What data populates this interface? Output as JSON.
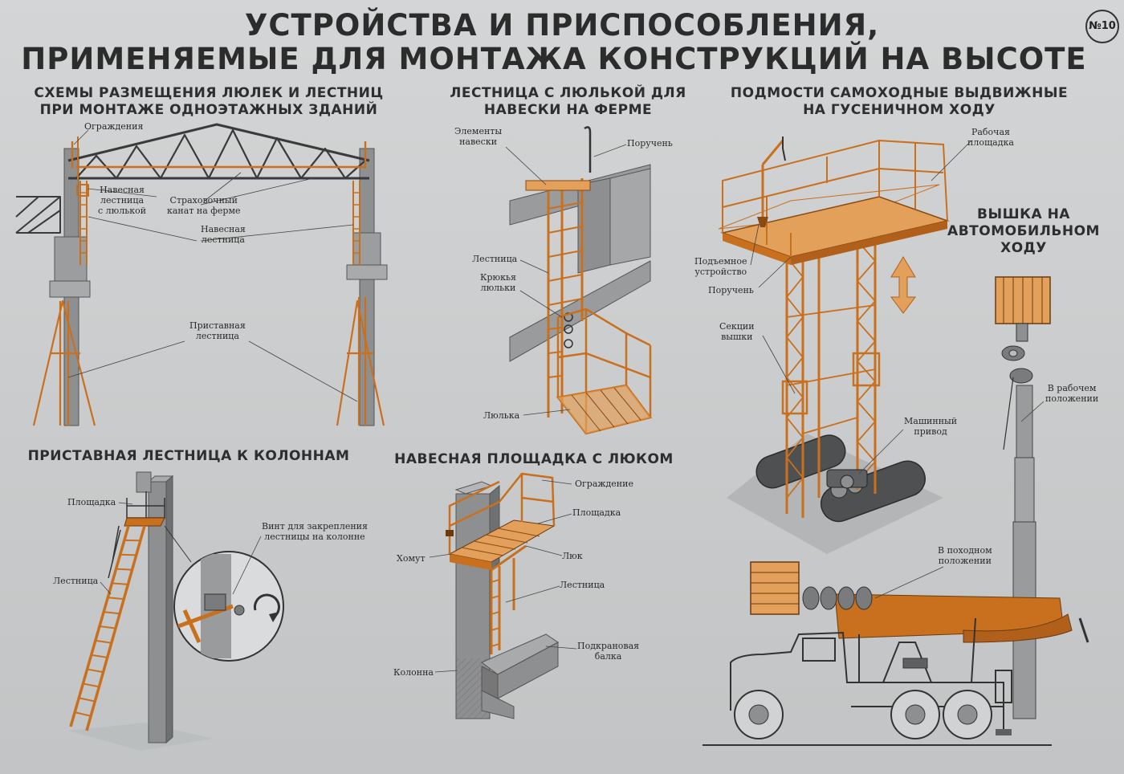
{
  "title": {
    "line1": "УСТРОЙСТВА И ПРИСПОСОБЛЕНИЯ,",
    "line2": "ПРИМЕНЯЕМЫЕ ДЛЯ МОНТАЖА КОНСТРУКЦИЙ НА ВЫСОТЕ",
    "number": "№10"
  },
  "sections": {
    "schemes": {
      "heading1": "СХЕМЫ РАЗМЕЩЕНИЯ ЛЮЛЕК И ЛЕСТНИЦ",
      "heading2": "ПРИ МОНТАЖЕ ОДНОЭТАЖНЫХ ЗДАНИЙ",
      "labels": {
        "fence": "Ограждения",
        "hanging_ladder_cradle": "Навесная\nлестница\nс люлькой",
        "safety_rope": "Страховочный\nканат на ферме",
        "hanging_ladder": "Навесная\nлестница",
        "attached_ladder": "Приставная\nлестница"
      }
    },
    "truss_ladder": {
      "heading1": "ЛЕСТНИЦА С ЛЮЛЬКОЙ ДЛЯ",
      "heading2": "НАВЕСКИ НА ФЕРМЕ",
      "labels": {
        "hanging_elements": "Элементы\nнавески",
        "handrail": "Поручень",
        "ladder": "Лестница",
        "cradle_hooks": "Крюкья\nлюльки",
        "cradle": "Люлька"
      }
    },
    "crawler_platform": {
      "heading1": "ПОДМОСТИ САМОХОДНЫЕ ВЫДВИЖНЫЕ",
      "heading2": "НА ГУСЕНИЧНОМ ХОДУ",
      "labels": {
        "work_platform": "Рабочая\nплощадка",
        "lifting_device": "Подъемное\nустройство",
        "handrail": "Поручень",
        "tower_sections": "Секции\nвышки",
        "machine_drive": "Машинный\nпривод"
      }
    },
    "truck_tower": {
      "heading1": "ВЫШКА НА",
      "heading2": "АВТОМОБИЛЬНОМ",
      "heading3": "ХОДУ",
      "labels": {
        "working_position": "В рабочем\nположении",
        "transport_position": "В походном\nположении"
      }
    },
    "column_ladder": {
      "heading": "ПРИСТАВНАЯ ЛЕСТНИЦА К КОЛОННАМ",
      "labels": {
        "platform": "Площадка",
        "ladder": "Лестница",
        "screw": "Винт для закрепления\nлестницы на колонне"
      }
    },
    "hatch_platform": {
      "heading": "НАВЕСНАЯ ПЛОЩАДКА С ЛЮКОМ",
      "labels": {
        "fence": "Ограждение",
        "platform": "Площадка",
        "clamp": "Хомут",
        "hatch": "Люк",
        "ladder": "Лестница",
        "crane_beam": "Подкрановая\nбалка",
        "column": "Колонна"
      }
    }
  },
  "colors": {
    "orange": "#c9701e",
    "orange_light": "#e2a05a",
    "concrete": "#8e8f90",
    "concrete_light": "#a9aaab",
    "line": "#3a3a3a"
  }
}
